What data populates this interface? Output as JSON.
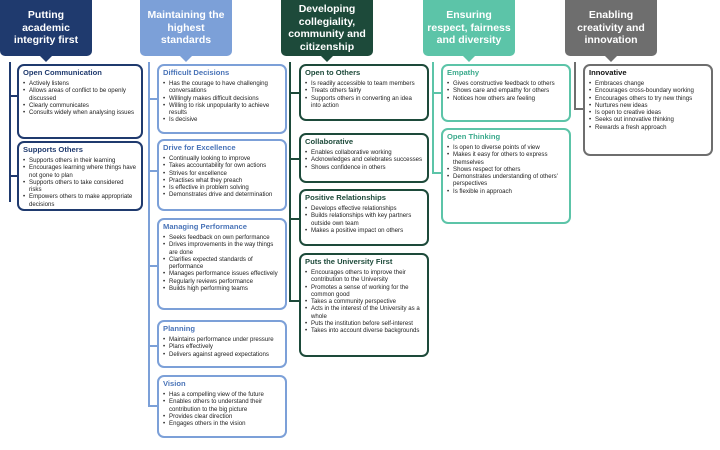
{
  "columns": [
    {
      "header": "Putting academic integrity first",
      "color": "#1f3a6e",
      "boxes": [
        {
          "title": "Open Communication",
          "items": [
            "Actively listens",
            "Allows areas of conflict to be openly discussed",
            "Clearly communicates",
            "Consults widely when analysing issues"
          ]
        },
        {
          "title": "Supports Others",
          "items": [
            "Supports others in their learning",
            "Encourages learning where things have not gone to plan",
            "Supports others to take considered risks",
            "Empowers others to make appropriate decisions"
          ]
        }
      ]
    },
    {
      "header": "Maintaining the highest standards",
      "color": "#7ca0d8",
      "boxes": [
        {
          "title": "Difficult Decisions",
          "items": [
            "Has the courage to have challenging conversations",
            "Willingly makes difficult decisions",
            "Willing to risk unpopularity to achieve results",
            "Is decisive"
          ]
        },
        {
          "title": "Drive for Excellence",
          "items": [
            "Continually looking to improve",
            "Takes accountability for own actions",
            "Strives for excellence",
            "Practises what they preach",
            "Is effective in problem solving",
            "Demonstrates drive and determination"
          ]
        },
        {
          "title": "Managing Performance",
          "items": [
            "Seeks feedback on own performance",
            "Drives improvements in the way things are done",
            "Clarifies expected standards of performance",
            "Manages performance issues effectively",
            "Regularly reviews performance",
            "Builds high performing teams"
          ]
        },
        {
          "title": "Planning",
          "items": [
            "Maintains performance under pressure",
            "Plans effectively",
            "Delivers against agreed expectations"
          ]
        },
        {
          "title": "Vision",
          "items": [
            "Has a compelling view of the future",
            "Enables others to understand their contribution to the big picture",
            "Provides clear direction",
            "Engages others in the vision"
          ]
        }
      ]
    },
    {
      "header": "Developing collegiality, community and citizenship",
      "color": "#1d4a3a",
      "boxes": [
        {
          "title": "Open to Others",
          "items": [
            "Is readily accessible to team members",
            "Treats others fairly",
            "Supports others in converting an idea into action"
          ]
        },
        {
          "title": "Collaborative",
          "items": [
            "Enables collaborative working",
            "Acknowledges and celebrates successes",
            "Shows confidence in others"
          ]
        },
        {
          "title": "Positive Relationships",
          "items": [
            "Develops effective relationships",
            "Builds relationships with key partners outside own team",
            "Makes a positive impact on others"
          ]
        },
        {
          "title": "Puts the University First",
          "items": [
            "Encourages others to improve their contribution to the University",
            "Promotes a sense of working for the common good",
            "Takes a community perspective",
            "Acts in the interest of the University as a whole",
            "Puts the institution before self-interest",
            "Takes into account diverse backgrounds"
          ]
        }
      ]
    },
    {
      "header": "Ensuring respect, fairness and diversity",
      "color": "#5cc4a8",
      "boxes": [
        {
          "title": "Empathy",
          "items": [
            "Gives constructive feedback to others",
            "Shows care and empathy for others",
            "Notices how others are feeling"
          ]
        },
        {
          "title": "Open Thinking",
          "items": [
            "Is open to diverse points of view",
            "Makes it easy for others to express themselves",
            "Shows respect for others",
            "Demonstrates understanding of others' perspectives",
            "Is flexible in approach"
          ]
        }
      ]
    },
    {
      "header": "Enabling creativity and innovation",
      "color": "#6e6e6e",
      "boxes": [
        {
          "title": "Innovative",
          "items": [
            "Embraces change",
            "Encourages cross-boundary working",
            "Encourages others to try new things",
            "Nurtures new ideas",
            "Is open to creative ideas",
            "Seeks out innovative thinking",
            "Rewards a fresh approach"
          ]
        }
      ]
    }
  ]
}
